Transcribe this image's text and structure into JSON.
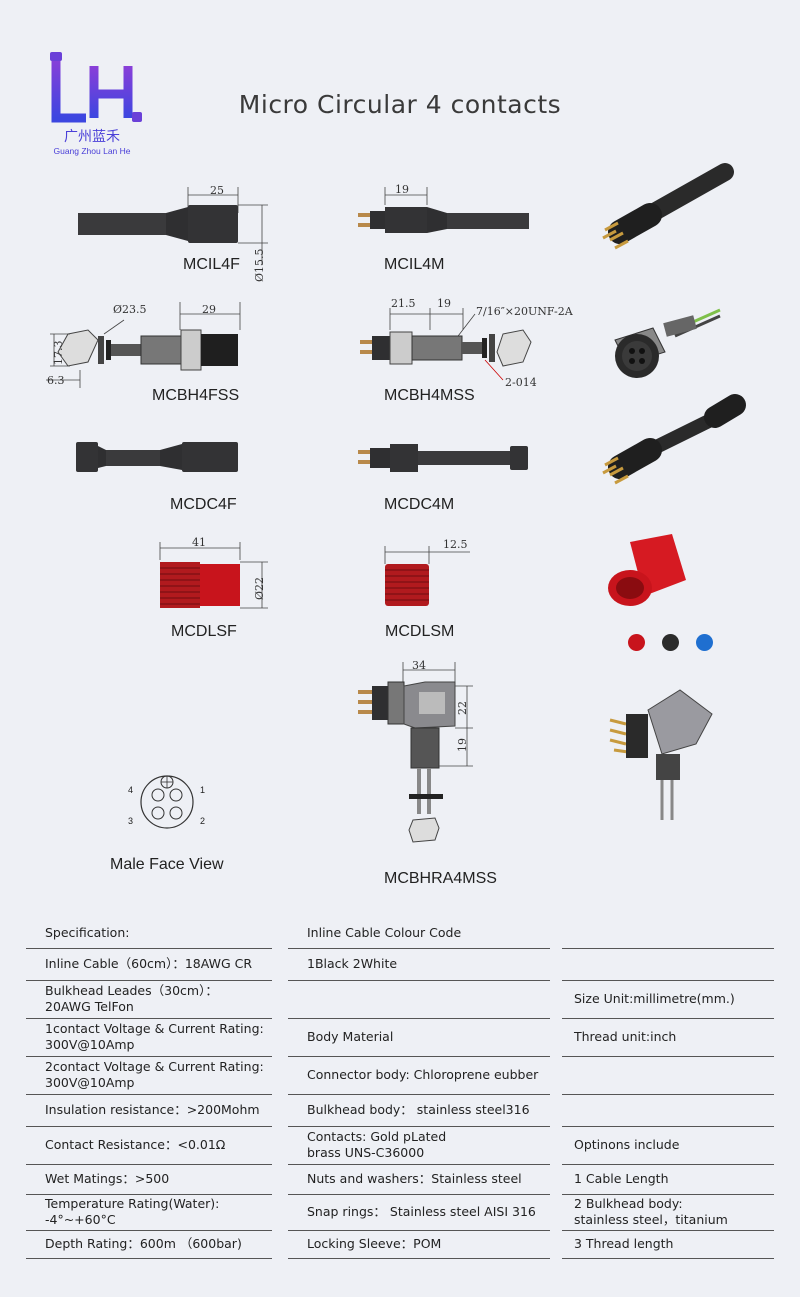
{
  "title": "Micro Circular 4 contacts",
  "logo": {
    "letters": "LH",
    "cn": "广州蓝禾",
    "en": "Guang Zhou Lan He"
  },
  "products": {
    "mcil4f": {
      "name": "MCIL4F",
      "dim_len": "25",
      "dim_dia": "Ø15.5"
    },
    "mcil4m": {
      "name": "MCIL4M",
      "dim_len": "19"
    },
    "mcbh4fss": {
      "name": "MCBH4FSS",
      "dim_dia": "Ø23.5",
      "dim_len": "29",
      "dim_hex": "17.3",
      "dim_thk": "6.3"
    },
    "mcbh4mss": {
      "name": "MCBH4MSS",
      "dim_a": "21.5",
      "dim_b": "19",
      "thread": "7/16″×20UNF-2A",
      "oring": "2-014"
    },
    "mcdc4f": {
      "name": "MCDC4F"
    },
    "mcdc4m": {
      "name": "MCDC4M"
    },
    "mcdlsf": {
      "name": "MCDLSF",
      "dim_len": "41",
      "dim_dia": "Ø22"
    },
    "mcdlsm": {
      "name": "MCDLSM",
      "dim_len": "12.5"
    },
    "mcbhra4mss": {
      "name": "MCBHRA4MSS",
      "dim_w": "34",
      "dim_h1": "22",
      "dim_h2": "19"
    }
  },
  "face_view": {
    "label": "Male Face View",
    "pins": [
      "1",
      "2",
      "3",
      "4"
    ]
  },
  "sleeve_colors": [
    "#c8141c",
    "#2b2b2b",
    "#1f6fd0"
  ],
  "spec": {
    "col1": [
      "Specification:",
      "Inline Cable（60cm）：18AWG CR",
      "Bulkhead Leades（30cm）：\n20AWG TelFon",
      "1contact Voltage & Current Rating:\n300V@10Amp",
      "2contact Voltage & Current Rating:\n300V@10Amp",
      "Insulation resistance：>200Mohm",
      "Contact Resistance：<0.01Ω",
      "Wet Matings：>500",
      "Temperature Rating(Water):\n-4°~+60°C",
      "Depth Rating：600m （600bar)"
    ],
    "col2": [
      "Inline Cable Colour Code",
      "1Black  2White",
      "",
      "Body Material",
      "Connector body: Chloroprene eubber",
      "Bulkhead body： stainless steel316",
      "Contacts:   Gold pLated\nbrass UNS-C36000",
      "Nuts and washers：Stainless steel",
      "Snap rings：  Stainless steel AISI 316",
      "Locking Sleeve：POM"
    ],
    "col3": [
      "",
      "",
      "Size Unit:millimetre(mm.)",
      "Thread unit:inch",
      "",
      "",
      "Optinons include",
      "1 Cable Length",
      "2 Bulkhead body:\nstainless steel，titanium",
      "3 Thread length"
    ]
  }
}
